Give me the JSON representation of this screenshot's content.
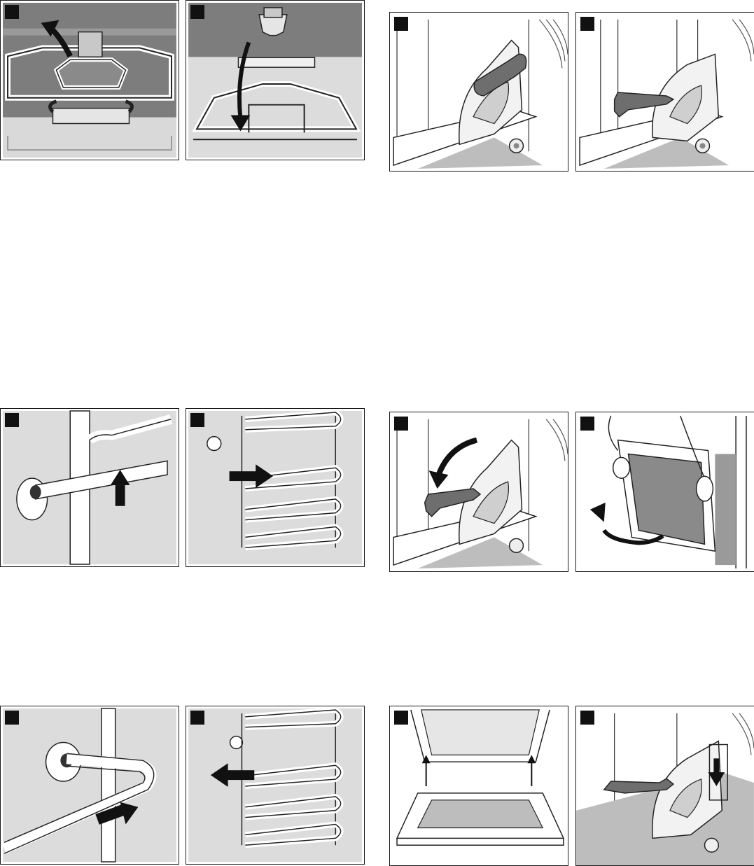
{
  "colors": {
    "panel_border": "#1a1a1a",
    "step_marker": "#111111",
    "gray_fill": "#c8c8c8",
    "dark_fill": "#777777",
    "light_bg": "#dcdcdc"
  },
  "figures": [
    {
      "icon": "rack-clip-lift-illustration"
    },
    {
      "icon": "rack-clip-press-illustration"
    },
    {
      "icon": "hinge-lever-closed-illustration"
    },
    {
      "icon": "hinge-lever-open-illustration"
    },
    {
      "icon": "rail-lift-up-illustration"
    },
    {
      "icon": "rail-pull-out-illustration"
    },
    {
      "icon": "hinge-lever-rotate-illustration"
    },
    {
      "icon": "door-remove-illustration"
    },
    {
      "icon": "rail-insert-illustration"
    },
    {
      "icon": "rail-push-in-illustration"
    },
    {
      "icon": "door-hinge-insert-illustration"
    },
    {
      "icon": "hinge-lever-lock-illustration"
    }
  ]
}
